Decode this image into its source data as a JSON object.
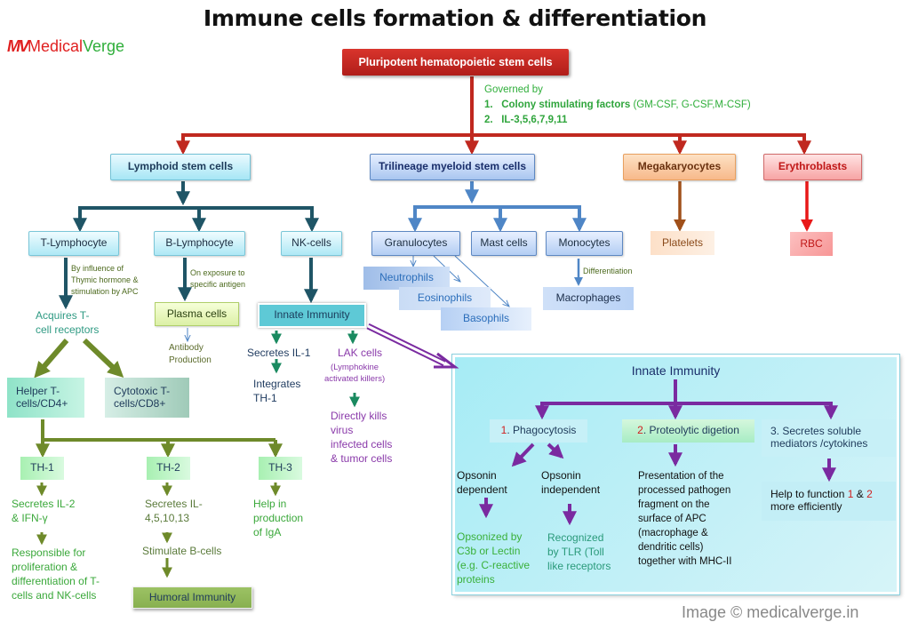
{
  "title": "Immune cells formation & differentiation",
  "logo": {
    "mark": "MV",
    "text_left": "Medical",
    "text_right": "Verge"
  },
  "root": "Pluripotent hematopoietic stem cells",
  "governed": {
    "heading": "Governed by",
    "items": [
      {
        "num": "1.",
        "label": "Colony stimulating factors ",
        "detail": "(GM-CSF, G-CSF,M-CSF)"
      },
      {
        "num": "2.",
        "label": "IL-3,5,6,7,9,11"
      }
    ]
  },
  "level1": {
    "lymphoid": "Lymphoid stem cells",
    "myeloid": "Trilineage myeloid stem cells",
    "megakaryocytes": "Megakaryocytes",
    "erythroblasts": "Erythroblasts"
  },
  "lymphoid_children": {
    "t": "T-Lymphocyte",
    "b": "B-Lymphocyte",
    "nk": "NK-cells"
  },
  "myeloid_children": {
    "granulocytes": "Granulocytes",
    "mast": "Mast cells",
    "monocytes": "Monocytes"
  },
  "granulocyte_types": [
    "Neutrophils",
    "Eosinophils",
    "Basophils"
  ],
  "monocyte": {
    "edge_label": "Differentiation",
    "result": "Macrophages"
  },
  "platelets": "Platelets",
  "rbc": "RBC",
  "t_branch": {
    "edge_label": [
      "By influence of",
      "Thymic hormone &",
      "stimulation by APC"
    ],
    "acquires": [
      "Acquires T-",
      "cell receptors"
    ],
    "helper": [
      "Helper T-",
      "cells/CD4+"
    ],
    "cytotoxic": [
      "Cytotoxic T-",
      "cells/CD8+"
    ],
    "th1": {
      "label": "TH-1",
      "secretes": [
        "Secretes IL-2",
        "& IFN-γ"
      ],
      "role": [
        "Responsible for",
        "proliferation &",
        "differentiation of T-",
        "cells and NK-cells"
      ]
    },
    "th2": {
      "label": "TH-2",
      "secretes": [
        "Secretes IL-",
        "4,5,10,13"
      ],
      "role": "Stimulate B-cells",
      "result": "Humoral Immunity"
    },
    "th3": {
      "label": "TH-3",
      "role": [
        "Help in",
        "production",
        "of IgA"
      ]
    }
  },
  "b_branch": {
    "edge_label": [
      "On exposure to",
      "specific antigen"
    ],
    "plasma": "Plasma cells",
    "antibody": [
      "Antibody",
      "Production"
    ]
  },
  "nk_branch": {
    "innate": "Innate Immunity",
    "secretes": "Secretes IL-1",
    "integrates": [
      "Integrates",
      "TH-1"
    ],
    "lak": "LAK cells",
    "lak_desc": [
      "(Lymphokine",
      "activated killers)"
    ],
    "kills": [
      "Directly kills",
      "virus",
      "infected cells",
      "& tumor cells"
    ]
  },
  "innate_panel": {
    "title": "Innate Immunity",
    "phagocytosis": {
      "num": "1",
      "label": ". Phagocytosis"
    },
    "proteolytic": {
      "num": "2",
      "label": ". Proteolytic digetion"
    },
    "secretes": [
      "3. Secretes soluble",
      "mediators /cytokines"
    ],
    "opsonin_dep": [
      "Opsonin",
      "dependent"
    ],
    "opsonin_indep": [
      "Opsonin",
      "independent"
    ],
    "opsonized": [
      "Opsonized by",
      "C3b or Lectin",
      "(e.g. C-reactive",
      "proteins"
    ],
    "recognized": [
      "Recognized",
      "by TLR (Toll",
      "like receptors"
    ],
    "presentation": [
      "Presentation of the",
      "processed pathogen",
      "fragment on the",
      "surface of APC",
      "(macrophage &",
      "dendritic cells)",
      "together with MHC-II"
    ],
    "help": {
      "pre": "Help to function ",
      "n1": "1",
      "mid": " & ",
      "n2": "2",
      "post": "more efficiently"
    }
  },
  "credit": "Image © medicalverge.in",
  "colors": {
    "root_red": "#c0281f",
    "lymphoid_line": "#1f5566",
    "myeloid_line": "#4f86c6",
    "mega_line": "#a0501a",
    "eryth_line": "#e81818",
    "t_line": "#6e8a2a",
    "nk_arrow": "#1a8a60",
    "innate_purple": "#7a2aa0"
  }
}
